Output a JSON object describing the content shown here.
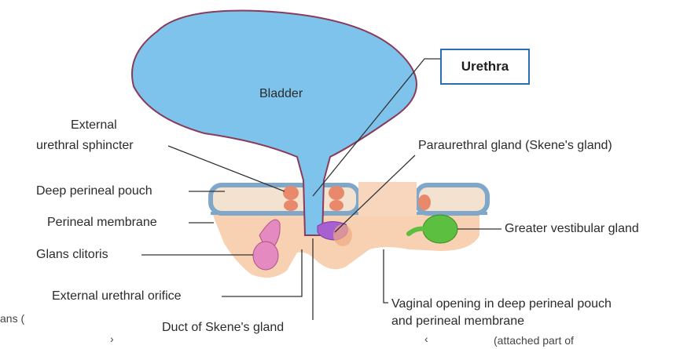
{
  "labels": {
    "bladder": "Bladder",
    "urethra": "Urethra",
    "external_sphincter_1": "External",
    "external_sphincter_2": "urethral sphincter",
    "deep_perineal_pouch": "Deep perineal pouch",
    "perineal_membrane": "Perineal membrane",
    "glans_clitoris": "Glans clitoris",
    "external_urethral_orifice": "External urethral orifice",
    "duct_skene": "Duct of Skene's gland",
    "paraurethral_gland": "Paraurethral gland (Skene's gland)",
    "greater_vestibular_gland": "Greater vestibular gland",
    "vaginal_opening_1": "Vaginal opening in deep perineal pouch",
    "vaginal_opening_2": "and perineal membrane",
    "fragment_left": "ans (",
    "fragment_bottom": "(attached part of"
  },
  "colors": {
    "bladder_fill": "#7ec3ec",
    "bladder_stroke": "#8a3a5a",
    "pouch_fill": "#f3e2cf",
    "membrane_blue": "#7fa7c9",
    "tissue_fill": "#f6c9a4",
    "sphincter": "#e9896b",
    "clitoris_pink": "#e48ac0",
    "skene_purple": "#a85fd0",
    "vestibular_green": "#5cbf3f",
    "urethra_box_border": "#2a6fb0",
    "line": "#333333"
  }
}
